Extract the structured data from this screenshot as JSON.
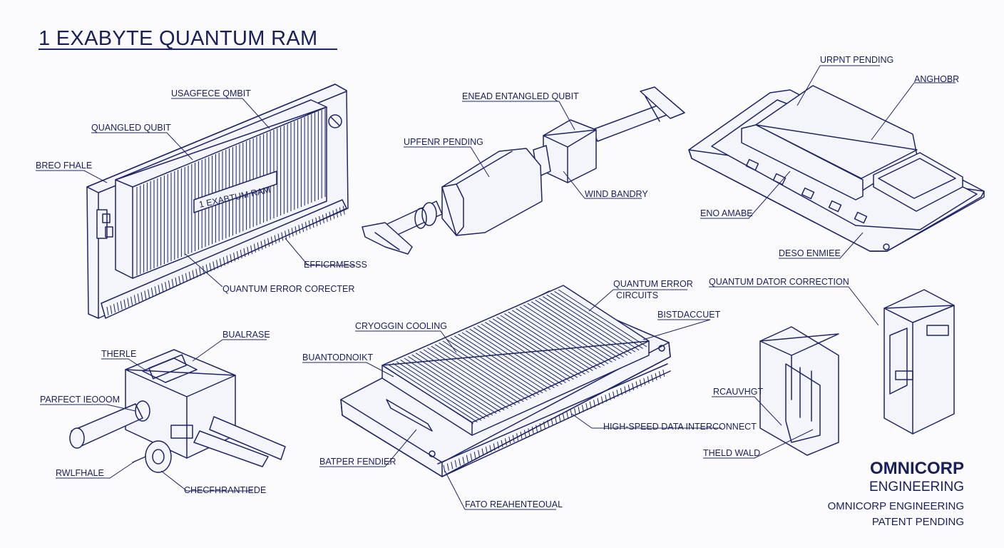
{
  "title": "1 EXABYTE QUANTUM RAM",
  "module_tag": "1 EXABTUM RAM",
  "labels": {
    "usagfece_qmbit": "USAGFECE QMBIT",
    "quangled_qubit": "QUANGLED QUBIT",
    "breo_fhale": "BREO FHALE",
    "efficrmesss": "EFFICRMESSS",
    "quantum_error_corecter": "QUANTUM ERROR CORECTER",
    "enead_entangled_qubit": "ENEAD ENTANGLED QUBIT",
    "upfenr_pending": "UPFENR PENDING",
    "wind_bandry": "WIND BANDRY",
    "urpnt_pending": "URPNT PENDING",
    "anghobr": "ANGHOBR",
    "eno_amabe": "ENO AMABE",
    "deso_enmiee": "DESO ENMIEE",
    "quantum_error_circuits_1": "QUANTUM ERROR",
    "quantum_error_circuits_2": "CIRCUITS",
    "bistdaccuet": "BISTDACCUET",
    "cryoggin_cooling": "CRYOGGIN COOLING",
    "buantodnoikt": "BUANTODNOIKT",
    "high_speed": "HIGH-SPEED DATA INTERCONNECT",
    "batper_fendier": "BATPER FENDIER",
    "fato_reahenteoual": "FATO REAHENTEOUAL",
    "quantum_dator": "QUANTUM DATOR CORRECTION",
    "rcauvhgt": "RCAUVHGT",
    "theld_wald": "THELD WALD",
    "therle": "THERLE",
    "bualrase": "BUALRASE",
    "parfect_ieo": "PARFECT IEOOOM",
    "rwlfhale": "RWLFHALE",
    "checfhrantiede": "CHECFHRANTIEDE"
  },
  "brand": {
    "name": "OMNICORP",
    "division": "ENGINEERING",
    "line1": "OMNICORP ENGINEERING",
    "line2": "PATENT PENDING"
  },
  "colors": {
    "ink": "#1a1f5c",
    "paper": "#fbfbfd"
  }
}
